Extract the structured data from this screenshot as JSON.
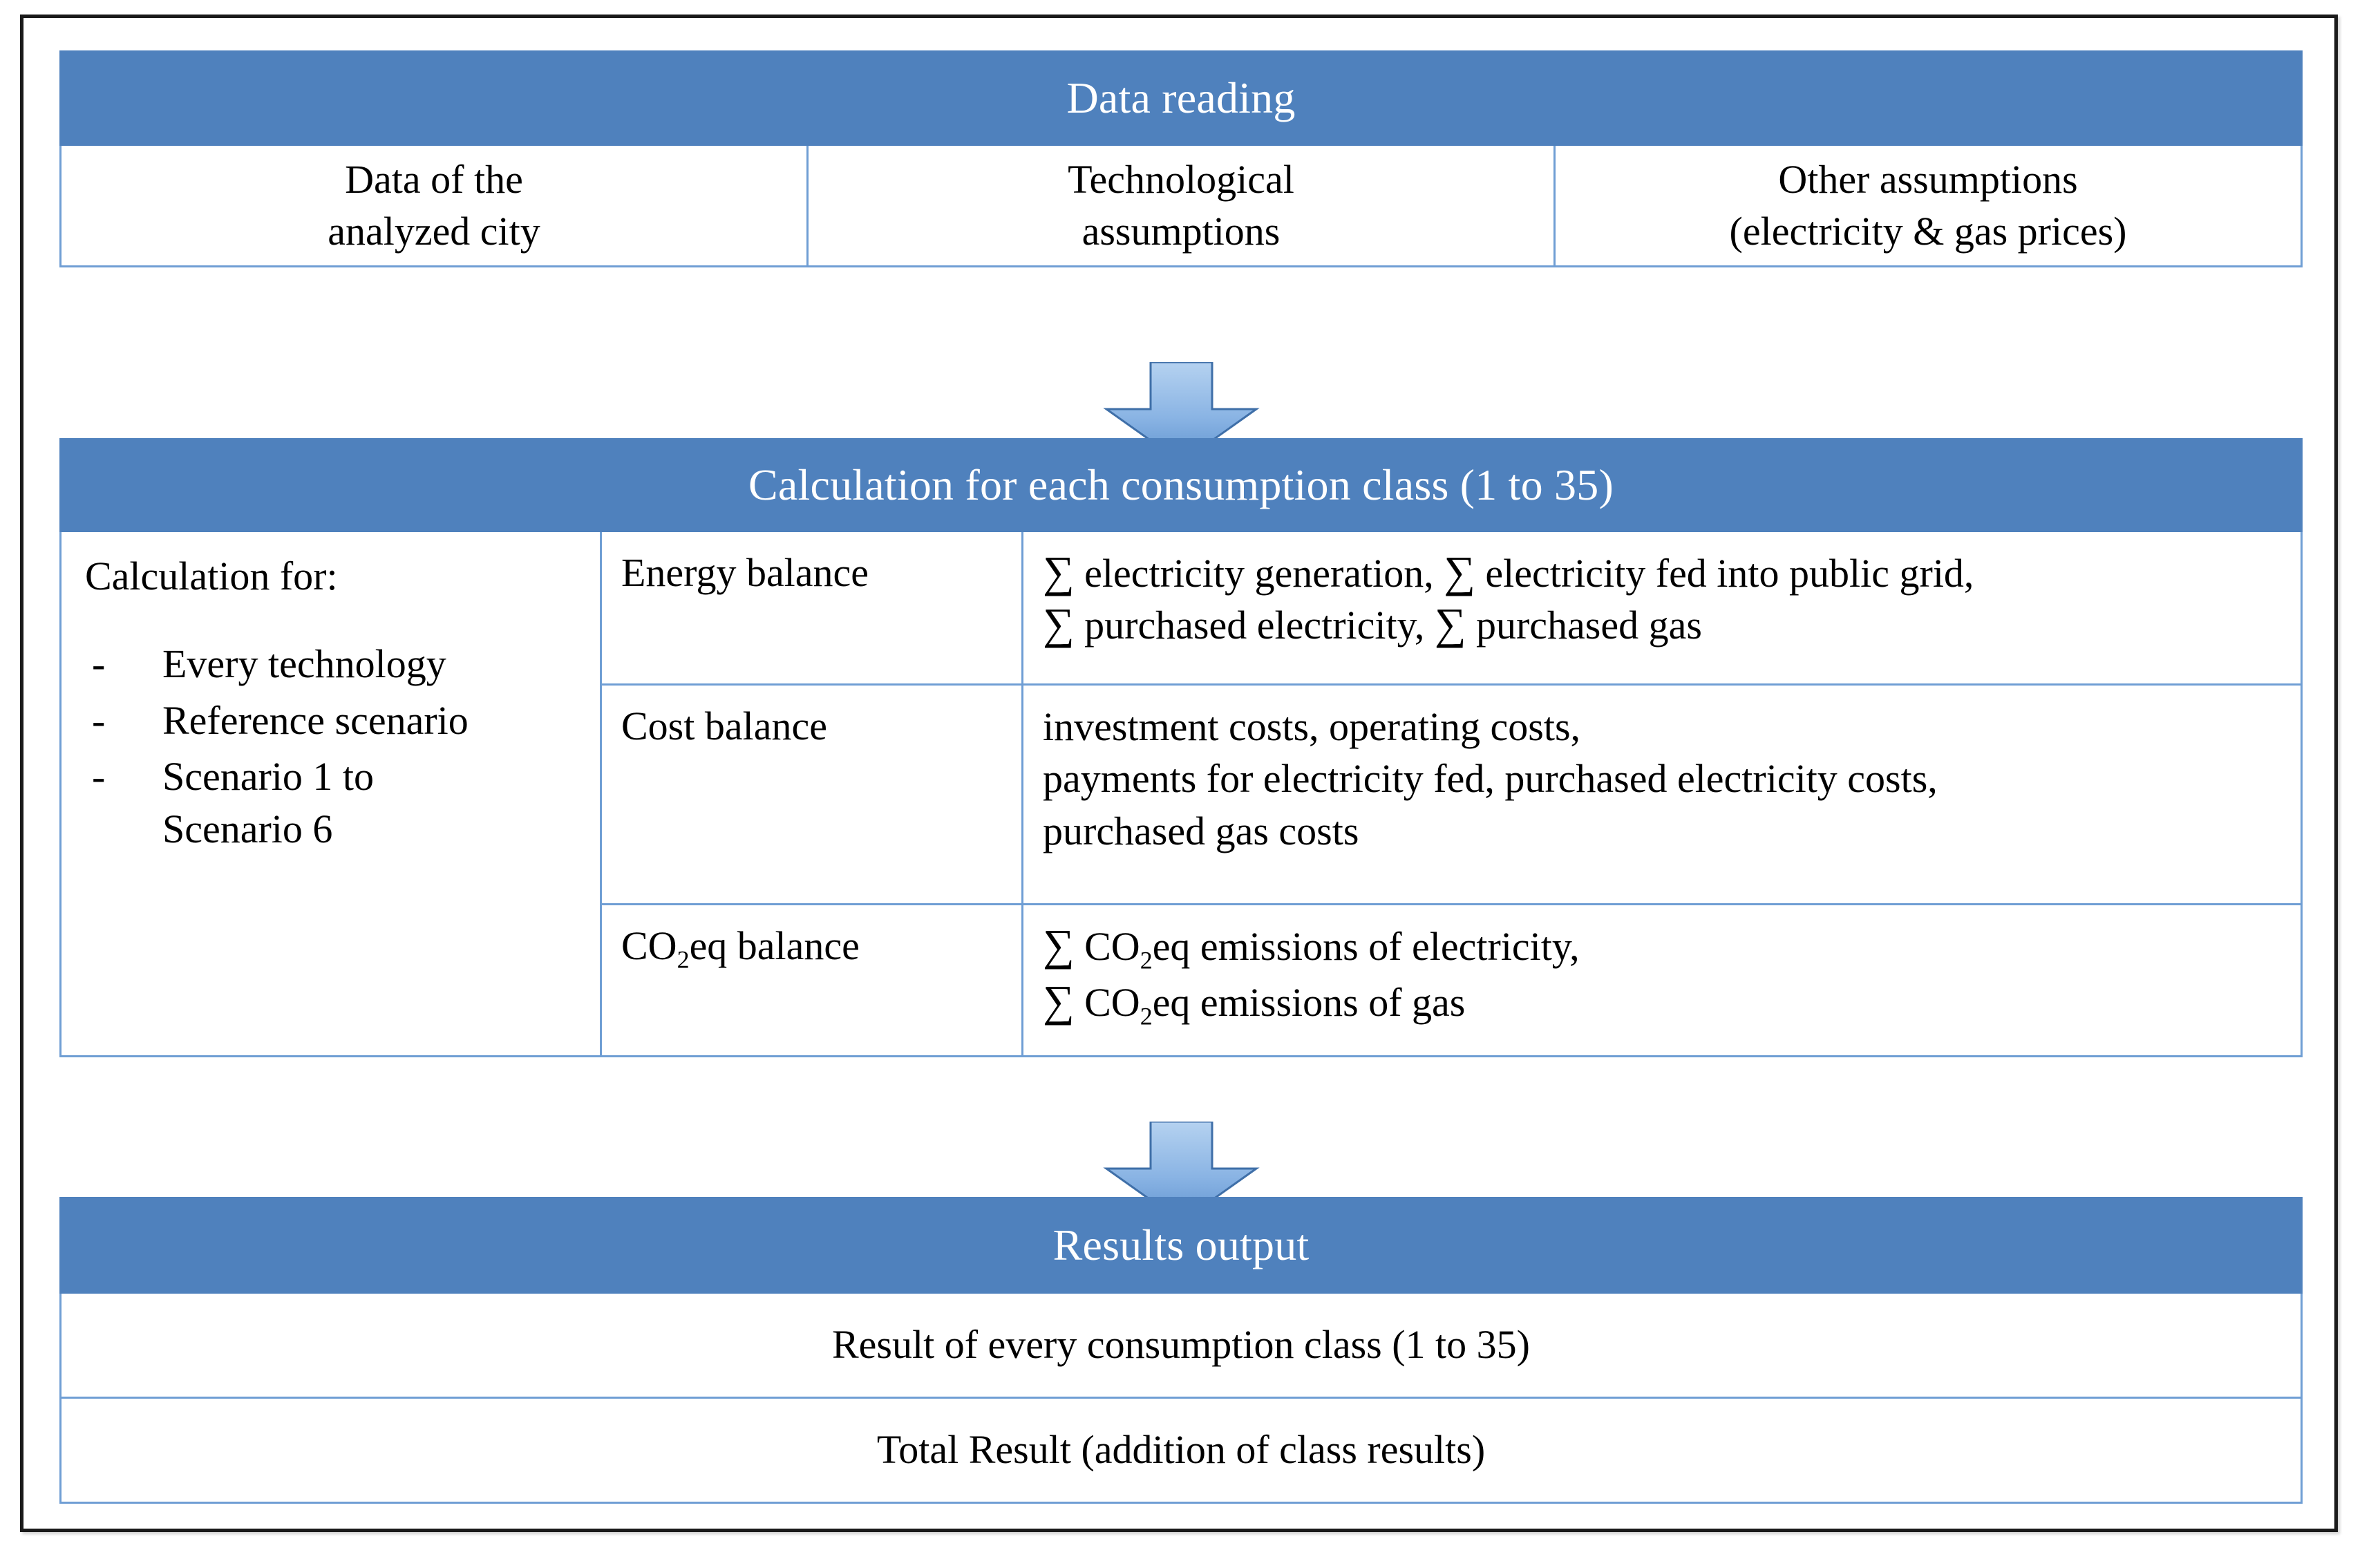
{
  "figure": {
    "colors": {
      "header_blue": "#4F81BD",
      "border_blue": "#6f9ed4",
      "arrow_fill_light": "#a8c8ea",
      "arrow_fill_dark": "#6193cf",
      "arrow_outline": "#3f6fa8",
      "frame_black": "#1a1a1a",
      "text_black": "#000000",
      "header_text": "#ffffff"
    }
  },
  "data_reading": {
    "title": "Data reading",
    "columns": [
      "Data of the\nanalyzed city",
      "Technological\nassumptions",
      "Other assumptions\n(electricity & gas prices)"
    ]
  },
  "calculation": {
    "title": "Calculation for each consumption class (1 to 35)",
    "left": {
      "heading": "Calculation for:",
      "bullet_marker": "-",
      "items": [
        "Every technology",
        "Reference scenario",
        "Scenario 1 to\nScenario 6"
      ]
    },
    "rows": [
      {
        "label": "Energy balance",
        "value": "∑ electricity generation, ∑ electricity fed into public grid,\n∑ purchased electricity, ∑ purchased gas"
      },
      {
        "label": "Cost balance",
        "value": "investment costs, operating costs,\npayments for electricity fed, purchased electricity costs,\npurchased gas costs"
      },
      {
        "label": "CO2eq balance",
        "value": "∑ CO2eq emissions of electricity,\n∑ CO2eq emissions of gas"
      }
    ]
  },
  "results": {
    "title": "Results output",
    "rows": [
      "Result of every consumption class (1 to 35)",
      "Total Result (addition of class results)"
    ]
  },
  "arrows": [
    {
      "name": "arrow-data-to-calculation",
      "direction": "down"
    },
    {
      "name": "arrow-calculation-to-results",
      "direction": "down"
    }
  ]
}
